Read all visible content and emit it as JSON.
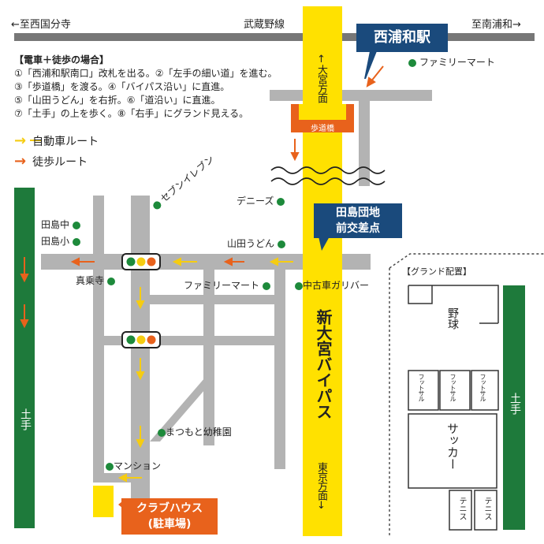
{
  "header": {
    "left_direction": "←至西国分寺",
    "right_direction": "至南浦和→",
    "railway_name": "武蔵野線",
    "station_name": "西浦和駅"
  },
  "legend": {
    "title": "【電車＋徒歩の場合】",
    "lines": [
      "①「西浦和駅南口」改札を出る。②「左手の細い道」を進む。",
      "③「歩道橋」を渡る。④「バイパス沿い」に直進。",
      "⑤「山田うどん」を右折。⑥「道沿い」に直進。",
      "⑦「土手」の上を歩く。⑧「右手」にグランド見える。"
    ],
    "car_route_label": "自動車ルート",
    "walk_route_label": "徒歩ルート",
    "car_route_color": "#f5cc12",
    "walk_route_color": "#e8621c"
  },
  "roads": {
    "bypass_label": "新大宮バイパス",
    "to_omiya_label": "↑大宮方面",
    "to_tokyo_label": "東京方面↓",
    "footbridge_label": "歩道橋",
    "intersection_label": "田島団地前交差点",
    "embankment_left_label": "土手",
    "embankment_right_label": "土手"
  },
  "landmarks": {
    "family_mart_top": "ファミリーマート",
    "dennys": "デニーズ",
    "yamada_udon": "山田うどん",
    "seven_eleven": "セブンイレブン",
    "tajima_middle": "田島中",
    "tajima_elem": "田島小",
    "shinjoji": "真乗寺",
    "family_mart_mid": "ファミリーマート",
    "used_car_gulliver": "中古車ガリバー",
    "matsumoto_kindergarten": "まつもと幼稚園",
    "mansion": "マンション",
    "clubhouse_line1": "クラブハウス",
    "clubhouse_line2": "(駐車場)"
  },
  "ground": {
    "title": "【グランド配置】",
    "baseball": "野球",
    "futsal": "フットサル",
    "soccer": "サッカー",
    "tennis": "テニス"
  },
  "colors": {
    "road_gray": "#b3b3b3",
    "rail_gray": "#777777",
    "bypass_yellow": "#ffe100",
    "station_blue": "#1a4a7c",
    "landmark_green": "#1d8a3b",
    "embankment_green": "#1e7a3b",
    "orange": "#e8621c"
  }
}
